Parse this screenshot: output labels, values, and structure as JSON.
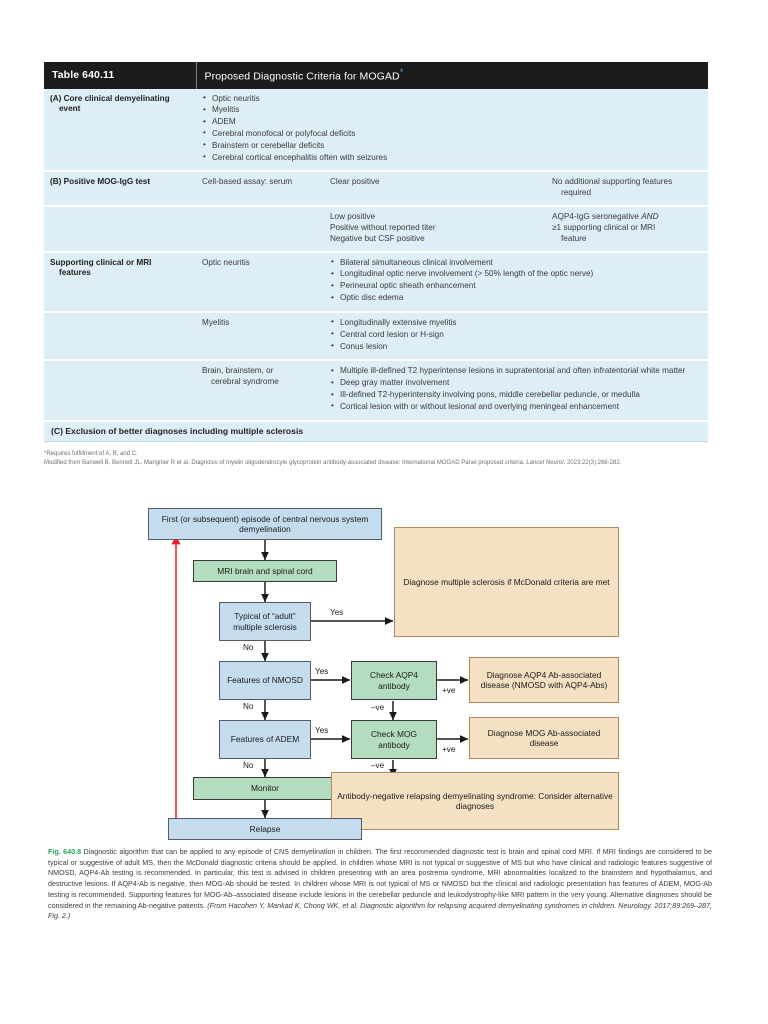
{
  "table": {
    "number": "Table 640.11",
    "title": "Proposed Diagnostic Criteria for MOGAD",
    "title_asterisk": "*",
    "rows": {
      "a": {
        "label_line1": "(A) Core clinical demyelinating",
        "label_line2": "event",
        "bullets": [
          "Optic neuritis",
          "Myelitis",
          "ADEM",
          "Cerebral monofocal or polyfocal deficits",
          "Brainstem or cerebellar deficits",
          "Cerebral cortical encephalitis often with seizures"
        ]
      },
      "b1": {
        "label": "(B) Positive MOG-IgG test",
        "assay": "Cell-based assay: serum",
        "result": "Clear positive",
        "requirement_line1": "No additional supporting features",
        "requirement_line2": "required"
      },
      "b2": {
        "label": "",
        "assay": "",
        "results": [
          "Low positive",
          "Positive without reported titer",
          "Negative but CSF positive"
        ],
        "requirement_line1_pre": "AQP4-IgG seronegative ",
        "requirement_line1_ital": "AND",
        "requirement_line2": "≥1 supporting clinical or MRI",
        "requirement_line3": "feature"
      },
      "s1": {
        "label_line1": "Supporting clinical or MRI",
        "label_line2": "features",
        "category": "Optic neuritis",
        "bullets": [
          "Bilateral simultaneous clinical involvement",
          "Longitudinal optic nerve involvement (> 50% length of the optic nerve)",
          "Perineural optic sheath enhancement",
          "Optic disc edema"
        ]
      },
      "s2": {
        "category": "Myelitis",
        "bullets": [
          "Longitudinally extensive myelitis",
          "Central cord lesion or H-sign",
          "Conus lesion"
        ]
      },
      "s3": {
        "category_line1": "Brain, brainstem, or",
        "category_line2": "cerebral syndrome",
        "bullets": [
          "Multiple ill-defined T2 hyperintense lesions in supratentorial and often infratentorial white matter",
          "Deep gray matter involvement",
          "Ill-defined T2-hyperintensity involving pons, middle cerebellar peduncle, or medulla",
          "Cortical lesion with or without lesional and overlying meningeal enhancement"
        ]
      },
      "c": {
        "label": "(C) Exclusion of better diagnoses including multiple sclerosis"
      }
    },
    "notes": {
      "footnote": "*Requires fulfillment of A, B, and C.",
      "source_pre": "Modified from Banwell B, Bennett JL, Marignier R et al. Diagnosis of myelin oligodendrocyte glycoprotein antibody-associated disease: International MOGAD Panel proposed criteria. ",
      "source_ital": "Lancet Neurol.",
      "source_post": " 2023;22(3):268-282."
    }
  },
  "flowchart": {
    "nodes": {
      "episode": "First (or subsequent) episode of central nervous system demyelination",
      "mri": "MRI brain and spinal cord",
      "typical_ms": "Typical of “adult” multiple sclerosis",
      "diagnose_ms": "Diagnose multiple sclerosis if McDonald criteria are met",
      "features_nmosd": "Features of NMOSD",
      "check_aqp4": "Check AQP4 antibody",
      "diagnose_aqp4": "Diagnose AQP4 Ab-associated disease (NMOSD with AQP4-Abs)",
      "features_adem": "Features of ADEM",
      "check_mog": "Check MOG antibody",
      "diagnose_mog": "Diagnose MOG Ab-associated disease",
      "monitor": "Monitor",
      "relapse": "Relapse",
      "antibody_negative": "Antibody-negative relapsing demyelinating syndrome: Consider alternative diagnoses"
    },
    "edge_labels": {
      "yes1": "Yes",
      "no1": "No",
      "yes2": "Yes",
      "no2": "No",
      "yes3": "Yes",
      "no3": "No",
      "pos1": "+ve",
      "neg1": "–ve",
      "pos2": "+ve",
      "neg2": "–ve"
    },
    "colors": {
      "blue": "#c5dcef",
      "green": "#b4dcbe",
      "tan": "#f4e0c3",
      "relapse_arrow": "#ee1c25"
    }
  },
  "caption": {
    "figure_label": "Fig. 640.8",
    "body_part1": " Diagnostic algorithm that can be applied to any episode of CNS demyelination in children. The first recommended diagnostic test is brain and spinal cord MRI. If MRI findings are considered to be typical or suggestive of adult MS, then the McDonald diagnostic criteria should be applied. In children whose MRI is not typical or suggestive of MS but who have clinical and radiologic features suggestive of NMOSD, AQP4-Ab testing is recommended. In particular, this test is advised in children presenting with an area postrema syndrome, MRI abnormalities localized to the brainstem and hypothalamus, and destructive lesions. If AQP4-Ab is negative, then MOG-Ab should be tested. In children whose MRI is not typical of MS or NMOSD but the clinical and radiologic presentation has features of ADEM, MOG-Ab testing is recommended. Supporting features for MOG-Ab–associated disease include lesions in the cerebellar peduncle and leukodystrophy-like MRI pattern in the very young. Alternative diagnoses should be considered in the remaining Ab-negative patients. ",
    "source_ital": "(From Hacohen Y, Mankad K, Chong WK, et al. Diagnostic algorithm for relapsing acquired demyelinating syndromes in children. Neurology. 2017;89:269–287, Fig. 2.)"
  }
}
